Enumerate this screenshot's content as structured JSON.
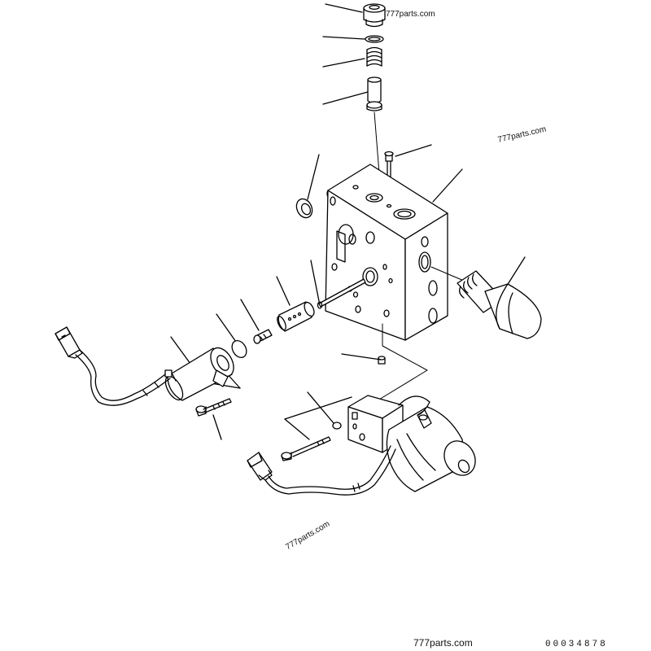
{
  "watermarks": {
    "top": "777parts.com",
    "middle": "777parts.com",
    "lower": "777parts.com",
    "bottom": "777parts.com"
  },
  "drawing_number": "00034878"
}
